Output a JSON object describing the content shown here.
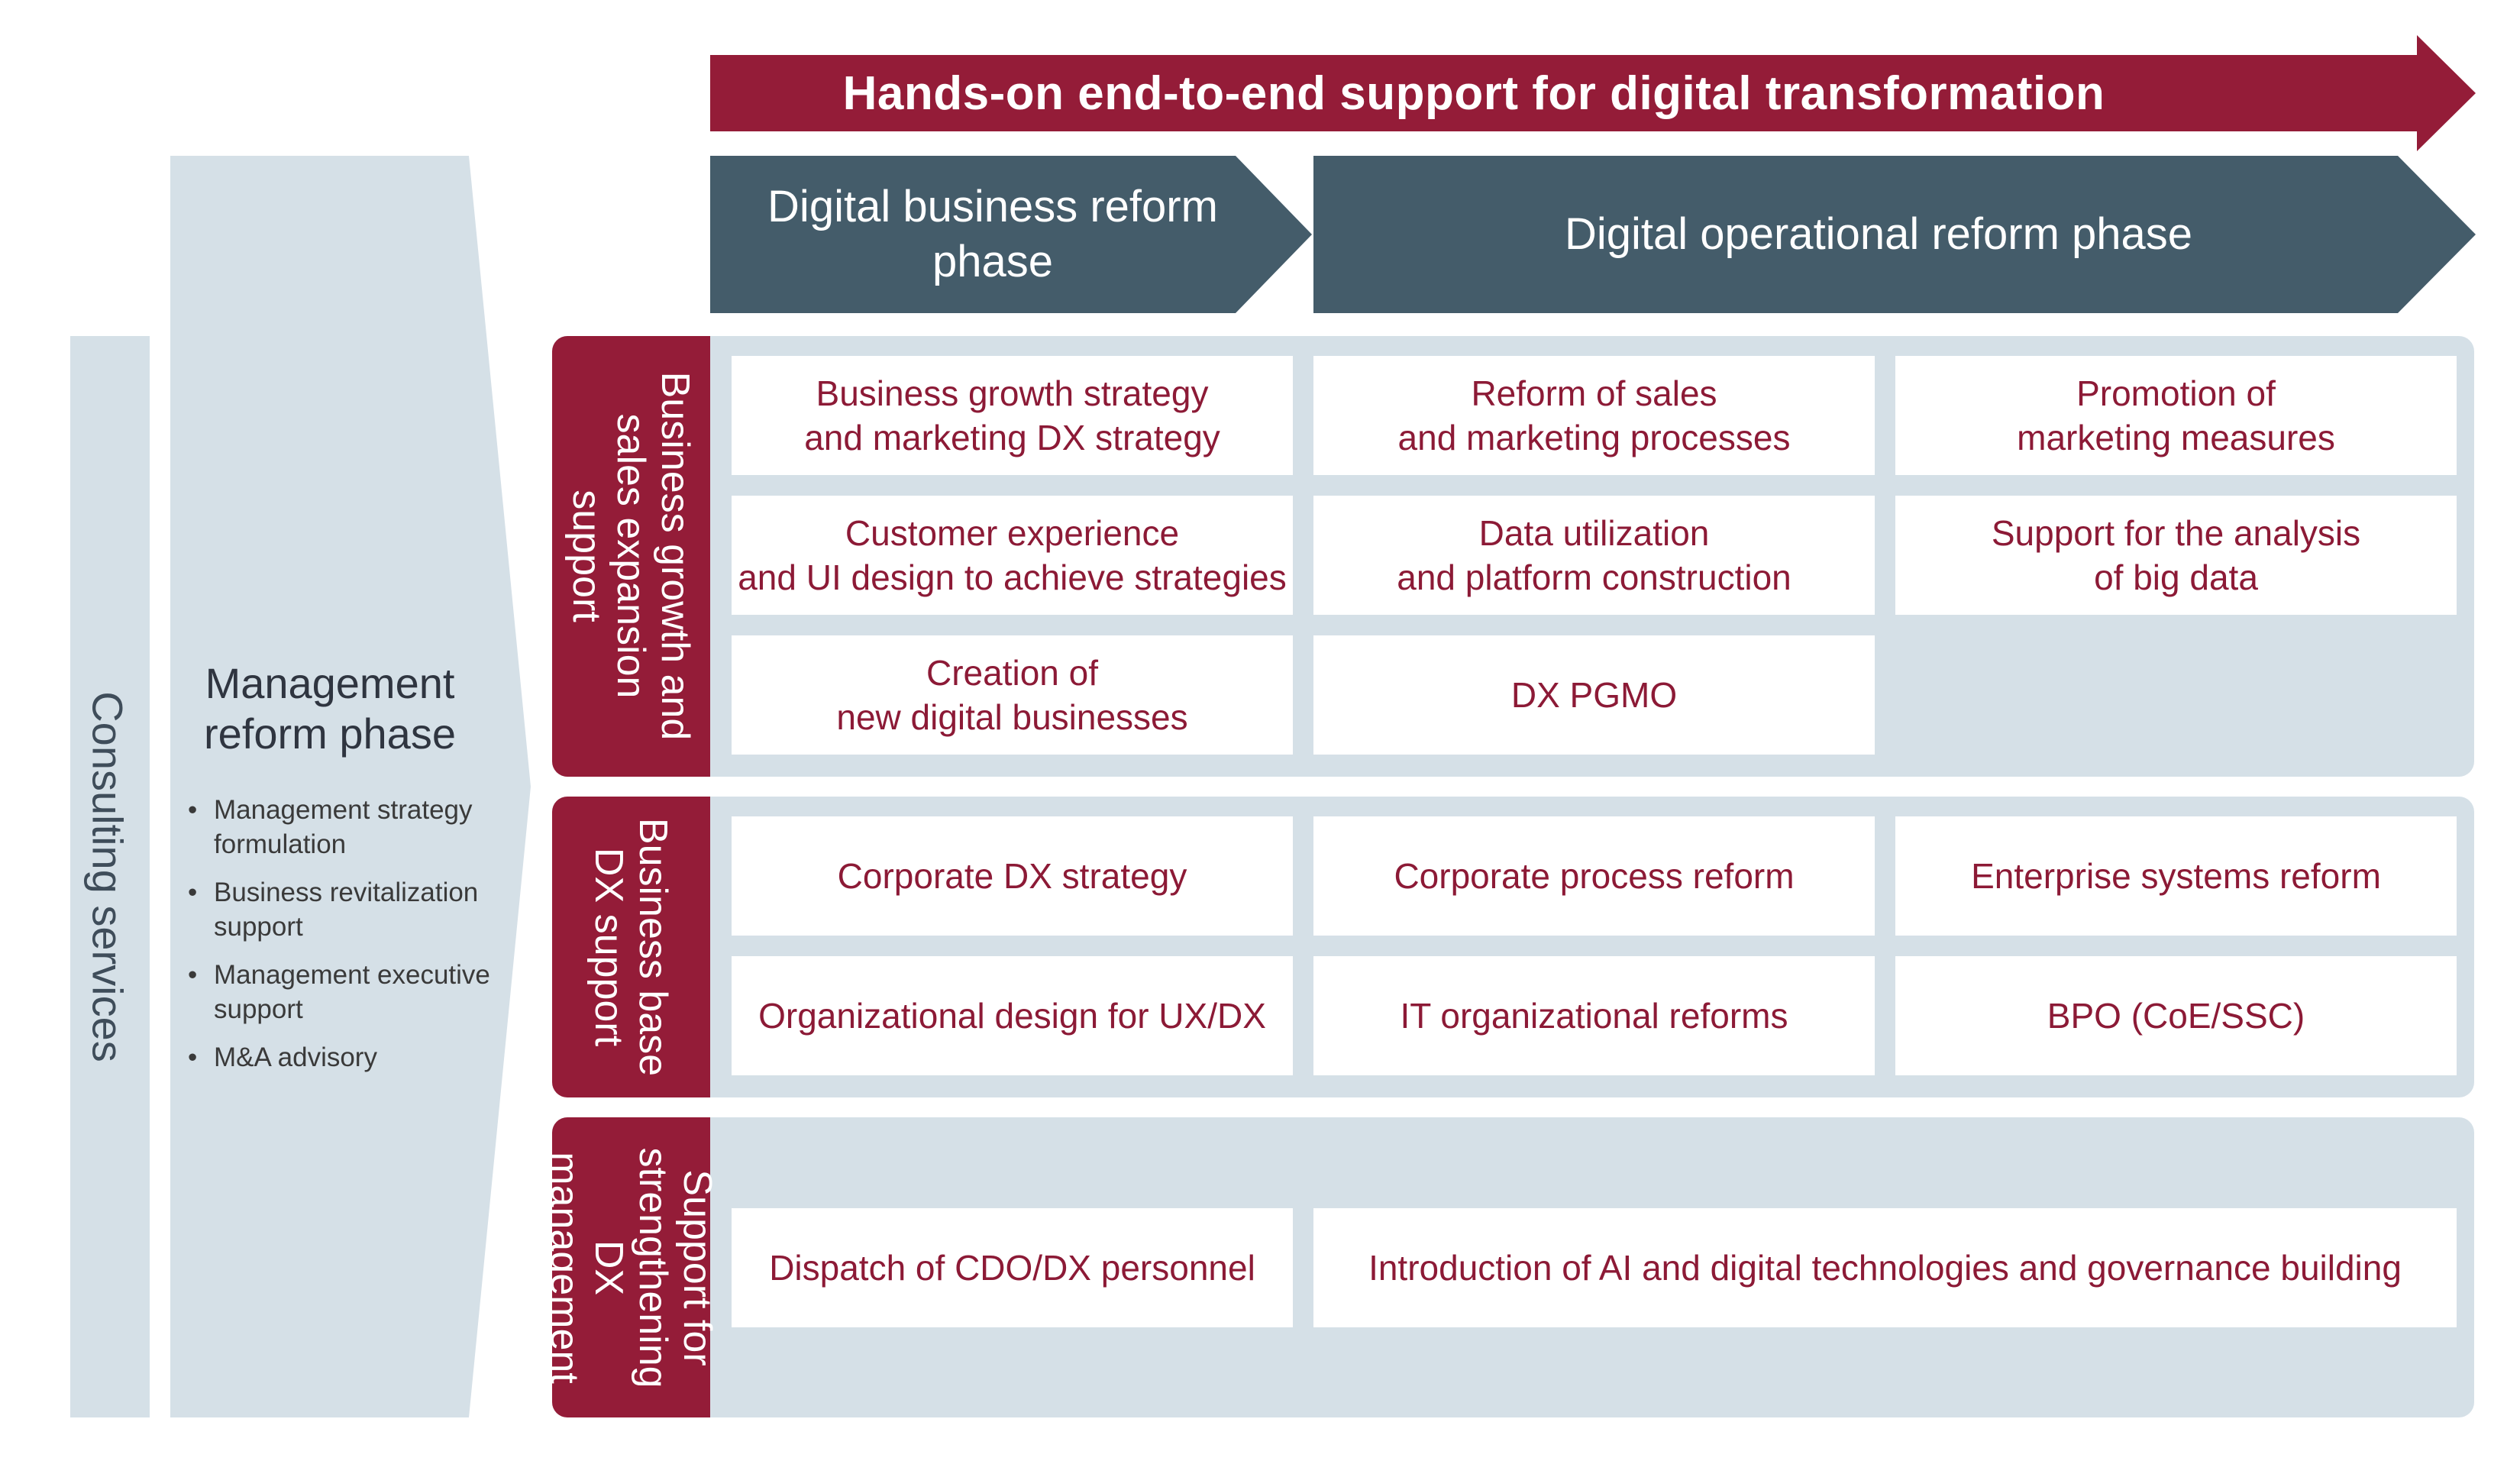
{
  "banner": {
    "text": "Hands-on end-to-end support for digital transformation"
  },
  "phases": {
    "digital_business": "Digital business\nreform phase",
    "digital_operational": "Digital operational reform phase"
  },
  "consulting": {
    "label": "Consulting services"
  },
  "management": {
    "title": "Management\nreform phase",
    "items": [
      "Management strategy formulation",
      "Business revitalization support",
      "Management executive support",
      "M&A advisory"
    ]
  },
  "groups": [
    {
      "label": "Business growth and sales expansion support",
      "cells": [
        "Business growth strategy\nand marketing DX strategy",
        "Reform of sales\nand marketing processes",
        "Promotion of\nmarketing measures",
        "Customer experience\nand UI design to achieve strategies",
        "Data utilization\nand platform construction",
        "Support for the analysis\nof big data",
        "Creation of\nnew digital businesses",
        "DX PGMO"
      ]
    },
    {
      "label": "Business base DX support",
      "cells": [
        "Corporate DX strategy",
        "Corporate process reform",
        "Enterprise systems reform",
        "Organizational design for UX/DX",
        "IT organizational reforms",
        "BPO (CoE/SSC)"
      ]
    },
    {
      "label": "Support for strengthening DX management",
      "cells": [
        "Dispatch of CDO/DX personnel",
        "Introduction of AI and digital technologies and governance building"
      ]
    }
  ],
  "colors": {
    "crimson": "#941c38",
    "slate": "#445c6a",
    "pale_blue": "#d5e0e7",
    "cell_text": "#8c1a36"
  }
}
